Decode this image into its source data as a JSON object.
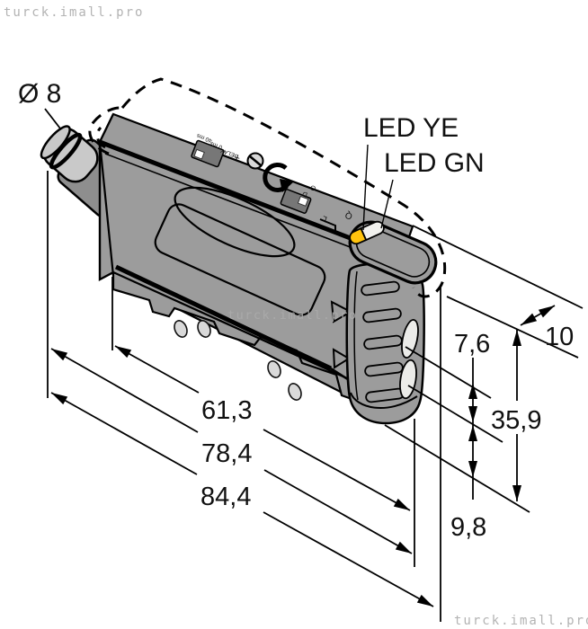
{
  "watermark": {
    "text": "turck.imall.pro"
  },
  "labels": {
    "connector_diameter": "Ø 8",
    "led_yellow": "LED YE",
    "led_green": "LED GN"
  },
  "dimensions": {
    "body_length": "61,3",
    "length_to_connector": "78,4",
    "total_length": "84,4",
    "housing_width": "10",
    "head_height": "35,9",
    "fiber_pitch": "7,6",
    "bottom_offset": "9,8"
  },
  "top_controls": {
    "delay_label": "DELAY",
    "delay_0": "0 ms",
    "delay_40": "40 ms",
    "plus": "+",
    "switch_d": "D",
    "switch_o": "O",
    "switch_l": "L",
    "output_q": "Q"
  },
  "colors": {
    "body_gray": "#9c9c9c",
    "connector_gray": "#c9c9c9",
    "boot_gray": "#8e8e8e",
    "led_yellow": "#ffc30d",
    "led_green_lens": "#f1f1ee",
    "line_black": "#000000",
    "watermark_gray": "#b3b3b3"
  }
}
